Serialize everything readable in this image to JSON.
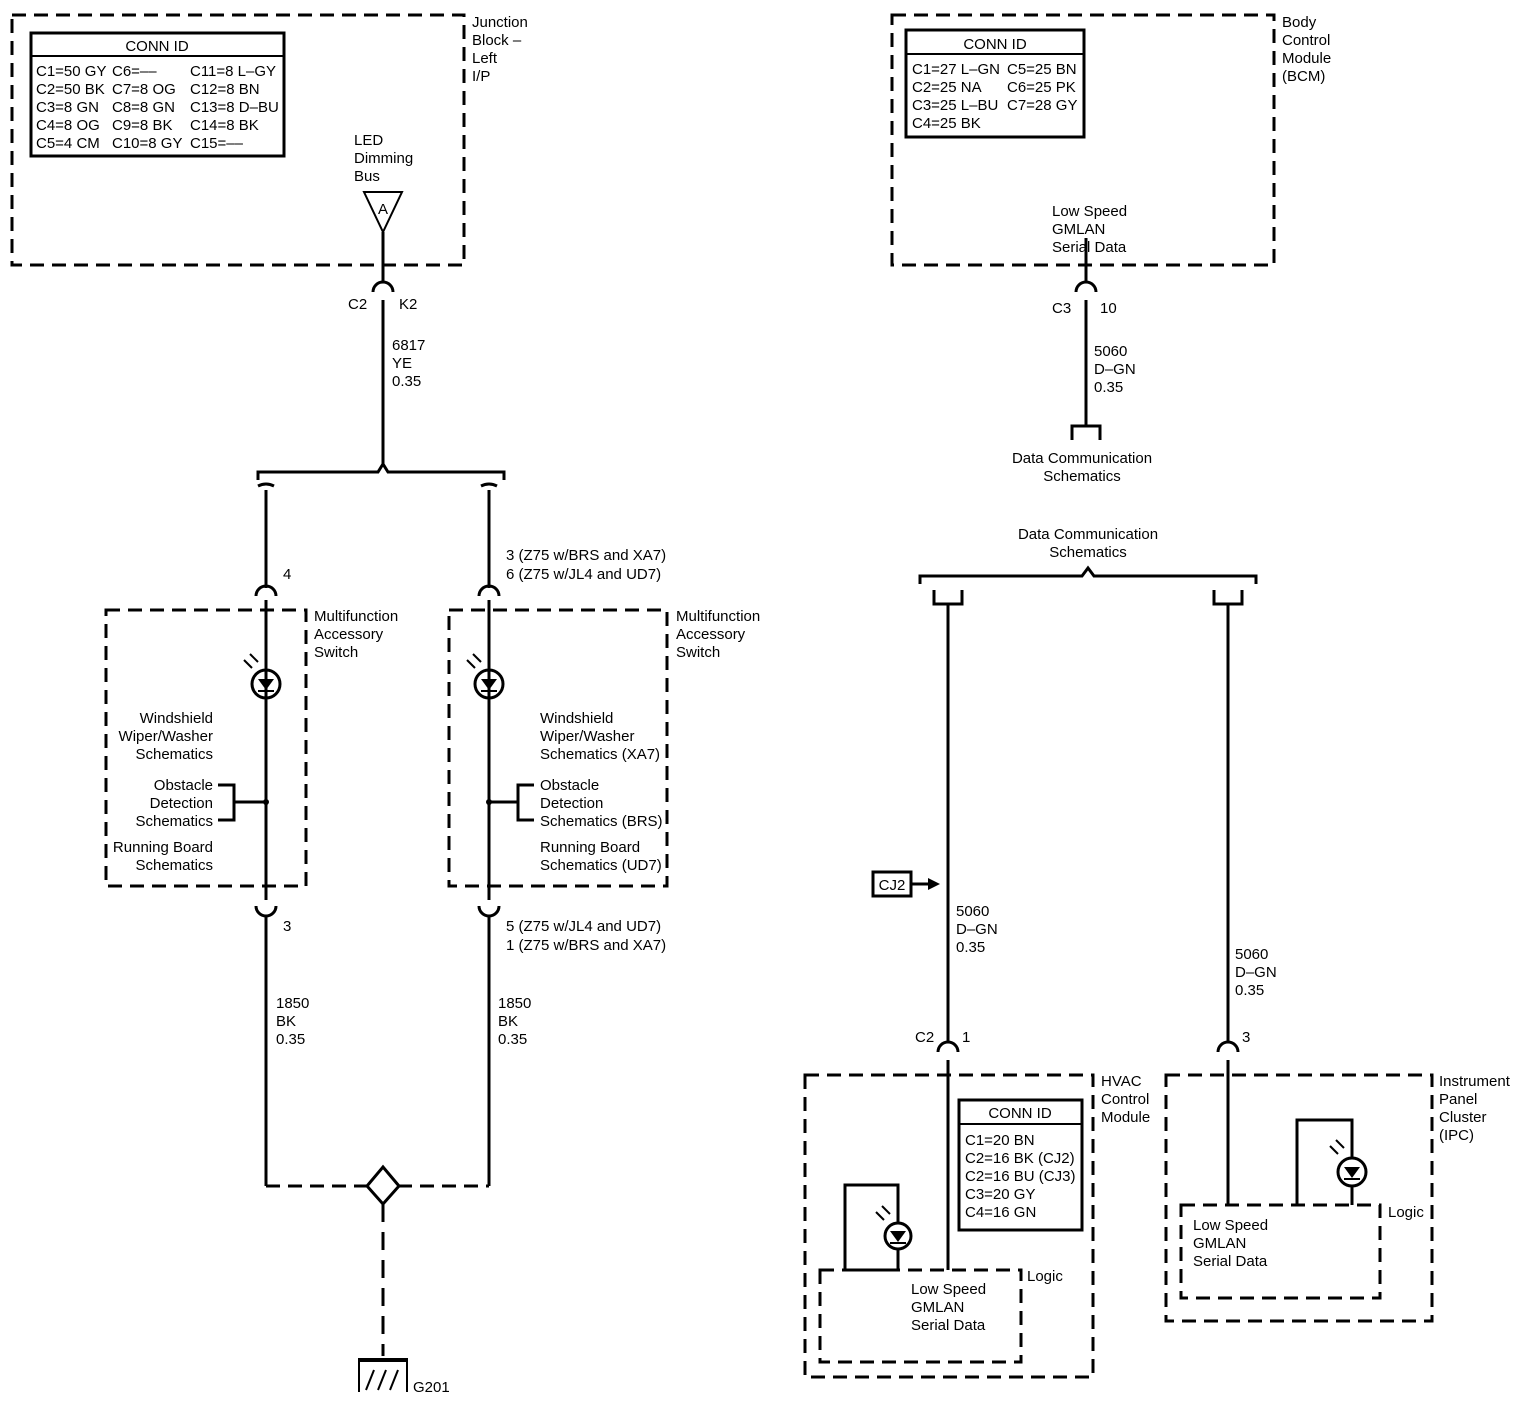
{
  "junction_block": {
    "name": [
      "Junction",
      "Block –",
      "Left",
      "I/P"
    ],
    "conn_title": "CONN ID",
    "conn_col1": [
      "C1=50 GY",
      "C2=50 BK",
      "C3=8 GN",
      "C4=8 OG",
      "C5=4 CM"
    ],
    "conn_col2": [
      "C6=––",
      "C7=8 OG",
      "C8=8 GN",
      "C9=8 BK",
      "C10=8 GY"
    ],
    "conn_col3": [
      "C11=8 L–GY",
      "C12=8 BN",
      "C13=8 D–BU",
      "C14=8 BK",
      "C15=––"
    ],
    "bus_label": [
      "LED",
      "Dimming",
      "Bus"
    ],
    "bus_letter": "A",
    "conn": "C2",
    "pin": "K2",
    "wire": [
      "6817",
      "YE",
      "0.35"
    ]
  },
  "switch_left": {
    "pin_top": "4",
    "name": [
      "Multifunction",
      "Accessory",
      "Switch"
    ],
    "wiper": [
      "Windshield",
      "Wiper/Washer",
      "Schematics"
    ],
    "obstacle": [
      "Obstacle",
      "Detection",
      "Schematics"
    ],
    "running": [
      "Running Board",
      "Schematics"
    ],
    "pin_bottom": "3",
    "wire": [
      "1850",
      "BK",
      "0.35"
    ]
  },
  "switch_right": {
    "pin_top": [
      "3 (Z75 w/BRS and XA7)",
      "6 (Z75 w/JL4 and UD7)"
    ],
    "name": [
      "Multifunction",
      "Accessory",
      "Switch"
    ],
    "wiper": [
      "Windshield",
      "Wiper/Washer",
      "Schematics (XA7)"
    ],
    "obstacle": [
      "Obstacle",
      "Detection",
      "Schematics (BRS)"
    ],
    "running": [
      "Running Board",
      "Schematics (UD7)"
    ],
    "pin_bottom": [
      "5 (Z75 w/JL4 and UD7)",
      "1 (Z75 w/BRS and XA7)"
    ],
    "wire": [
      "1850",
      "BK",
      "0.35"
    ]
  },
  "ground": {
    "label": "G201"
  },
  "bcm": {
    "name": [
      "Body",
      "Control",
      "Module",
      "(BCM)"
    ],
    "conn_title": "CONN ID",
    "conn_col1": [
      "C1=27 L–GN",
      "C2=25 NA",
      "C3=25 L–BU",
      "C4=25 BK"
    ],
    "conn_col2": [
      "C5=25 BN",
      "C6=25 PK",
      "C7=28 GY"
    ],
    "serial": [
      "Low Speed",
      "GMLAN",
      "Serial Data"
    ],
    "conn": "C3",
    "pin": "10",
    "wire": [
      "5060",
      "D–GN",
      "0.35"
    ],
    "dest": [
      "Data Communication",
      "Schematics"
    ]
  },
  "data_comm": {
    "label": [
      "Data Communication",
      "Schematics"
    ]
  },
  "cj2": {
    "label": "CJ2"
  },
  "hvac": {
    "wire": [
      "5060",
      "D–GN",
      "0.35"
    ],
    "conn": "C2",
    "pin": "1",
    "name": [
      "HVAC",
      "Control",
      "Module"
    ],
    "conn_title": "CONN ID",
    "conn_rows": [
      "C1=20 BN",
      "C2=16 BK (CJ2)",
      "C2=16 BU (CJ3)",
      "C3=20 GY",
      "C4=16 GN"
    ],
    "logic": "Logic",
    "serial": [
      "Low Speed",
      "GMLAN",
      "Serial Data"
    ]
  },
  "ipc": {
    "wire": [
      "5060",
      "D–GN",
      "0.35"
    ],
    "pin": "3",
    "name": [
      "Instrument",
      "Panel",
      "Cluster",
      "(IPC)"
    ],
    "logic": "Logic",
    "serial": [
      "Low Speed",
      "GMLAN",
      "Serial Data"
    ]
  }
}
